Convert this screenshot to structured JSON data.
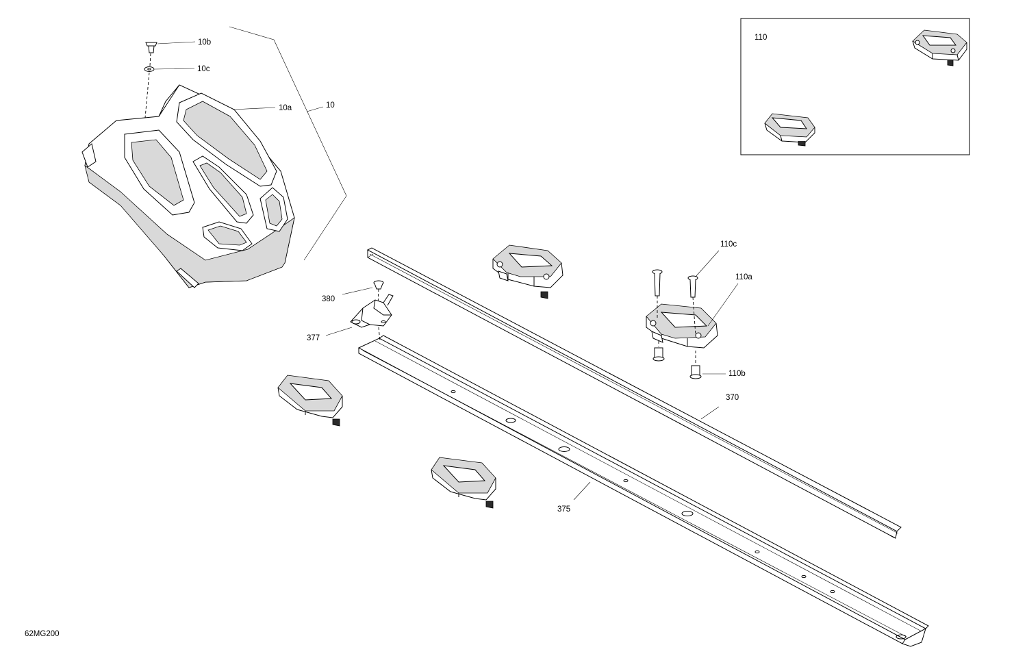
{
  "diagram_code": "62MG200",
  "callouts": {
    "c10": "10",
    "c10a": "10a",
    "c10b": "10b",
    "c10c": "10c",
    "c110": "110",
    "c110a": "110a",
    "c110b": "110b",
    "c110c": "110c",
    "c370": "370",
    "c375": "375",
    "c377": "377",
    "c380": "380"
  }
}
